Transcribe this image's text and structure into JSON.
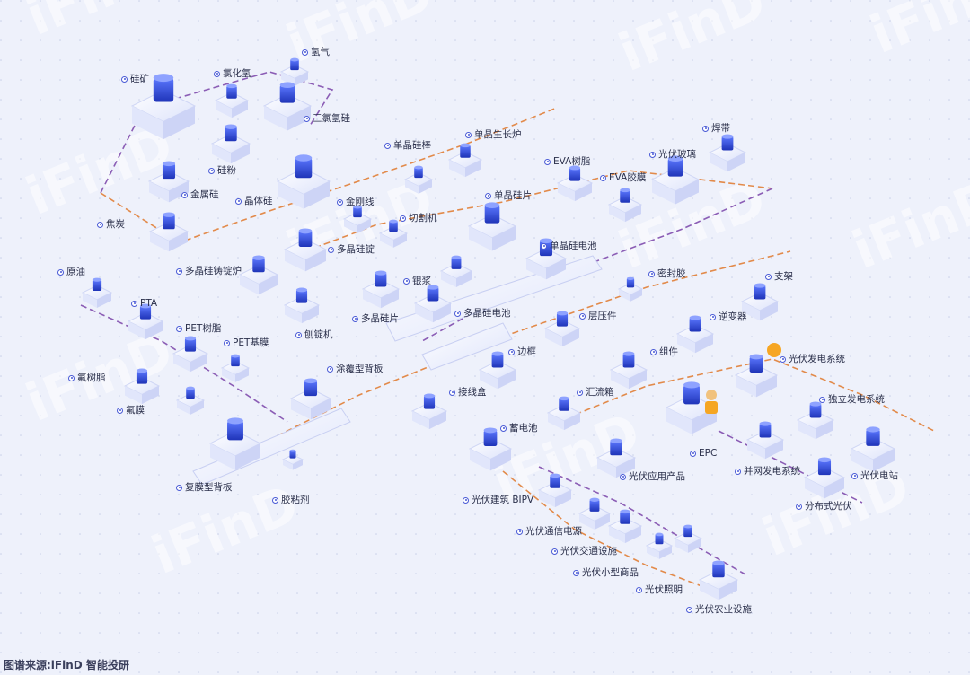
{
  "footer": "图谱来源:iFinD 智能投研",
  "watermark": "iFinD",
  "colors": {
    "accent": "#3b4fd8",
    "dashed_orange": "#e28a4a",
    "dashed_purple": "#8b5db5",
    "background": "#eef1fb"
  },
  "nodes": [
    {
      "label": "硅矿"
    },
    {
      "label": "氯化氢"
    },
    {
      "label": "氢气"
    },
    {
      "label": "三氯氢硅"
    },
    {
      "label": "硅粉"
    },
    {
      "label": "金属硅"
    },
    {
      "label": "晶体硅"
    },
    {
      "label": "焦炭"
    },
    {
      "label": "单晶硅棒"
    },
    {
      "label": "单晶生长炉"
    },
    {
      "label": "金刚线"
    },
    {
      "label": "切割机"
    },
    {
      "label": "单晶硅片"
    },
    {
      "label": "EVA树脂"
    },
    {
      "label": "EVA胶膜"
    },
    {
      "label": "光伏玻璃"
    },
    {
      "label": "焊带"
    },
    {
      "label": "多晶硅锭"
    },
    {
      "label": "单晶硅电池"
    },
    {
      "label": "多晶硅铸锭炉"
    },
    {
      "label": "密封胶"
    },
    {
      "label": "支架"
    },
    {
      "label": "原油"
    },
    {
      "label": "银浆"
    },
    {
      "label": "刨锭机"
    },
    {
      "label": "多晶硅片"
    },
    {
      "label": "多晶硅电池"
    },
    {
      "label": "PTA"
    },
    {
      "label": "层压件"
    },
    {
      "label": "逆变器"
    },
    {
      "label": "PET树脂"
    },
    {
      "label": "PET基膜"
    },
    {
      "label": "边框"
    },
    {
      "label": "组件"
    },
    {
      "label": "光伏发电系统"
    },
    {
      "label": "氟树脂"
    },
    {
      "label": "涂覆型背板"
    },
    {
      "label": "接线盒"
    },
    {
      "label": "汇流箱"
    },
    {
      "label": "独立发电系统"
    },
    {
      "label": "氟膜"
    },
    {
      "label": "蓄电池"
    },
    {
      "label": "EPC"
    },
    {
      "label": "复膜型背板"
    },
    {
      "label": "胶粘剂"
    },
    {
      "label": "光伏应用产品"
    },
    {
      "label": "并网发电系统"
    },
    {
      "label": "光伏电站"
    },
    {
      "label": "光伏建筑 BIPV"
    },
    {
      "label": "分布式光伏"
    },
    {
      "label": "光伏通信电源"
    },
    {
      "label": "光伏交通设施"
    },
    {
      "label": "光伏小型商品"
    },
    {
      "label": "光伏照明"
    },
    {
      "label": "光伏农业设施"
    }
  ]
}
